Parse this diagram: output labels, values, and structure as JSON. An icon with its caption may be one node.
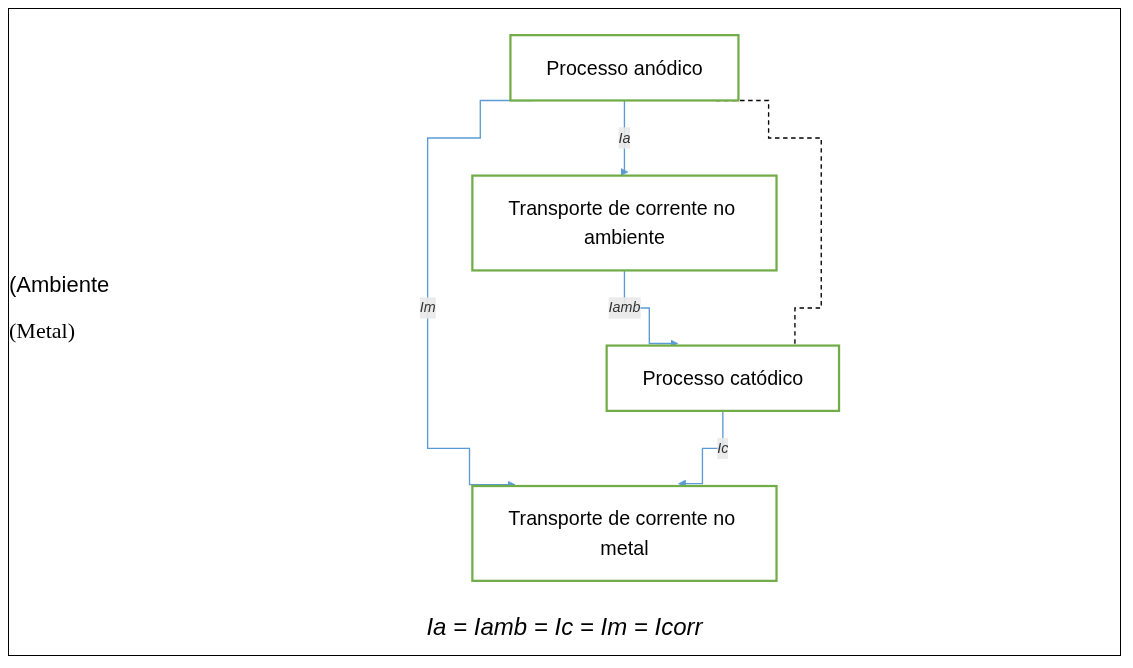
{
  "diagram": {
    "caption": "Ia = Iamb = Ic = Im = Icorr",
    "nodes": [
      {
        "text": [
          "Processo anódico"
        ]
      },
      {
        "text": [
          "Transporte de corrente no ambiente"
        ]
      },
      {
        "text": [
          "Transporte de corrente no metal"
        ]
      },
      {
        "text": [
          "Processo catódico"
        ]
      }
    ],
    "edges": [
      {
        "from": 0,
        "to": 1,
        "arrow": "to",
        "label": "Ia"
      },
      {
        "from": 0,
        "to": 2,
        "arrow": "to",
        "label": "Im"
      },
      {
        "from": 1,
        "to": 3,
        "arrow": "to",
        "label": "Iamb"
      },
      {
        "from": 3,
        "to": 2,
        "arrow": "to",
        "label": "Ic"
      },
      {
        "from": 0,
        "to": 3,
        "arrow": "none",
        "style": "dashed",
        "color": "#000000"
      }
    ],
    "labels": [
      "(Ambiente",
      "(Metal)"
    ]
  }
}
